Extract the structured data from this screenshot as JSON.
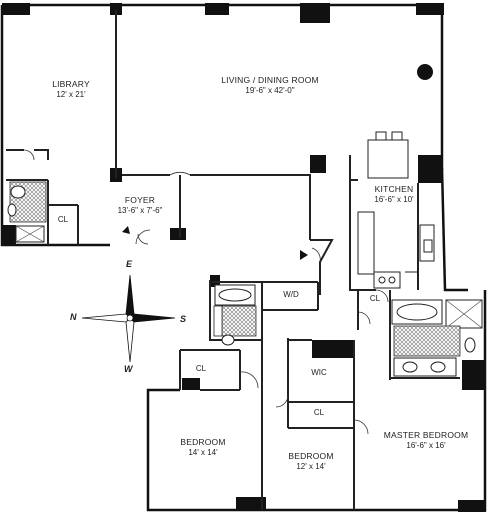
{
  "rooms": {
    "library": {
      "name": "LIBRARY",
      "dim": "12' x 21'"
    },
    "living": {
      "name": "LIVING / DINING ROOM",
      "dim": "19'-6\" x 42'-0\""
    },
    "foyer": {
      "name": "FOYER",
      "dim": "13'-6\" x 7'-6\""
    },
    "kitchen": {
      "name": "KITCHEN",
      "dim": "16'-6\" x 10'"
    },
    "bedroom1": {
      "name": "BEDROOM",
      "dim": "14' x 14'"
    },
    "bedroom2": {
      "name": "BEDROOM",
      "dim": "12' x 14'"
    },
    "master": {
      "name": "MASTER BEDROOM",
      "dim": "16'-6\" x 16'"
    }
  },
  "small_labels": {
    "cl_foyer": "CL",
    "cl_kitchen": "CL",
    "cl_bedroom": "CL",
    "cl_wic": "CL",
    "wd": "W/D",
    "wic": "WIC"
  },
  "compass": {
    "north": "N",
    "south": "S",
    "east": "E",
    "west": "W"
  },
  "colors": {
    "wall": "#111111",
    "line": "#333333",
    "tile": "#bbbbbb"
  }
}
